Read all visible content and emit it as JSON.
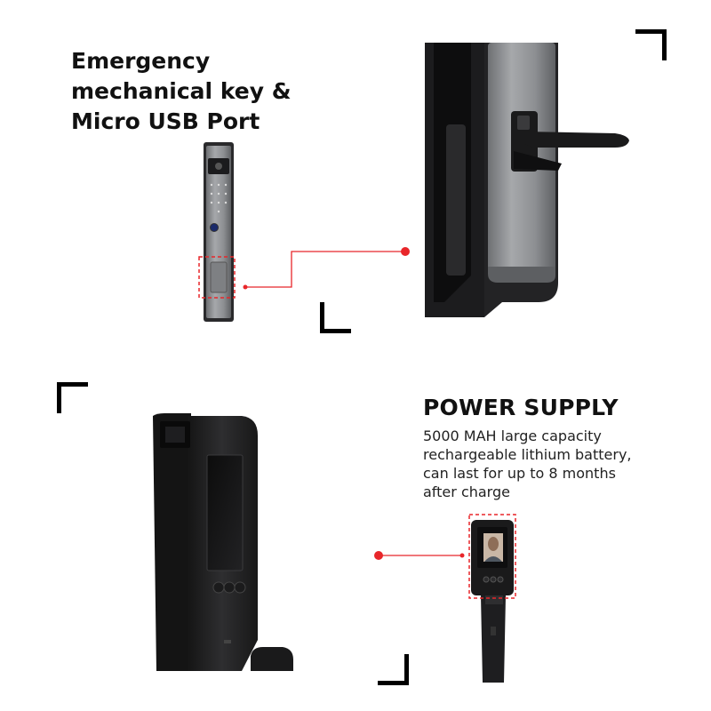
{
  "section_top": {
    "title_lines": [
      "Emergency",
      "mechanical key &",
      "Micro USB Port"
    ]
  },
  "section_bottom": {
    "title": "POWER SUPPLY",
    "description_lines": [
      "5000 MAH large capacity",
      "rechargeable lithium battery,",
      "can last for up to 8 months",
      "after charge"
    ]
  },
  "colors": {
    "accent": "#e8262a",
    "lock_body": "#2b2b2d",
    "lock_silver": "#9a9c9f",
    "corner": "#000000"
  },
  "icons": [
    "fingerprint-icon",
    "camera-icon",
    "keypad-icon",
    "face-screen-icon"
  ]
}
